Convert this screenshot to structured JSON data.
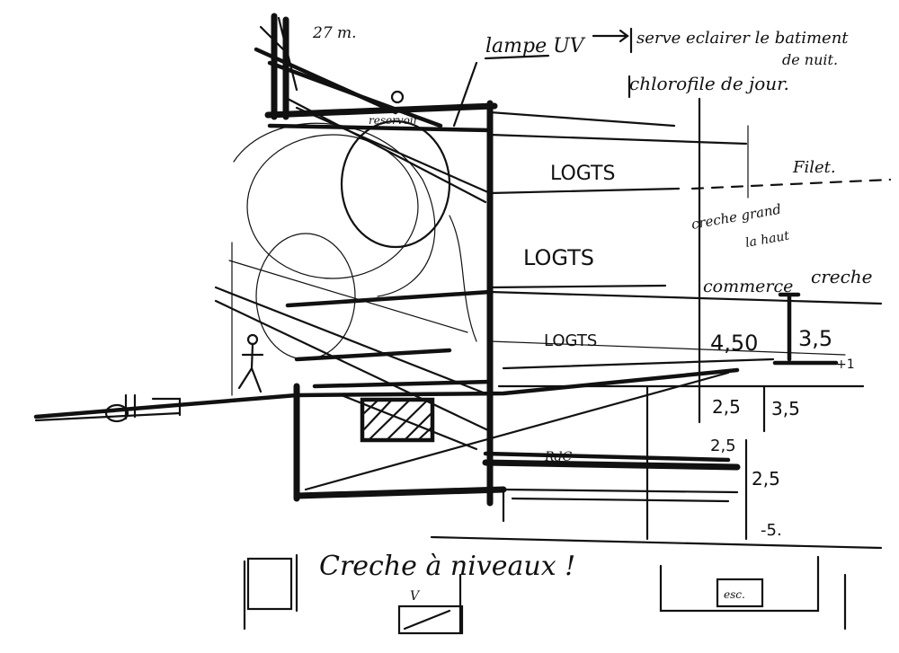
{
  "annotations": {
    "height_top": "27 m.",
    "uv_lamp": "lampe UV",
    "uv_purpose_line1": "serve eclairer le batiment",
    "uv_purpose_line2": "de nuit.",
    "chlorophyll": "chlorofile de jour.",
    "reservoir": "reservoir",
    "dwellings_1": "LOGTS",
    "dwellings_2": "LOGTS",
    "dwellings_3": "LOGTS",
    "net": "Filet.",
    "creche_top_line1": "creche grand",
    "creche_top_line2": "la haut",
    "commerce": "commerce",
    "creche": "creche",
    "dim_450": "4,50",
    "dim_35_a": "3,5",
    "dim_25_a": "2,5",
    "dim_35_b": "3,5",
    "dim_25_b": "2,5",
    "dim_25_c": "2,5",
    "dim_neg5": "-5.",
    "level": "+1",
    "store_below": "RdC",
    "caption": "Creche à niveaux !",
    "vent_label": "V",
    "box_label": "esc."
  }
}
